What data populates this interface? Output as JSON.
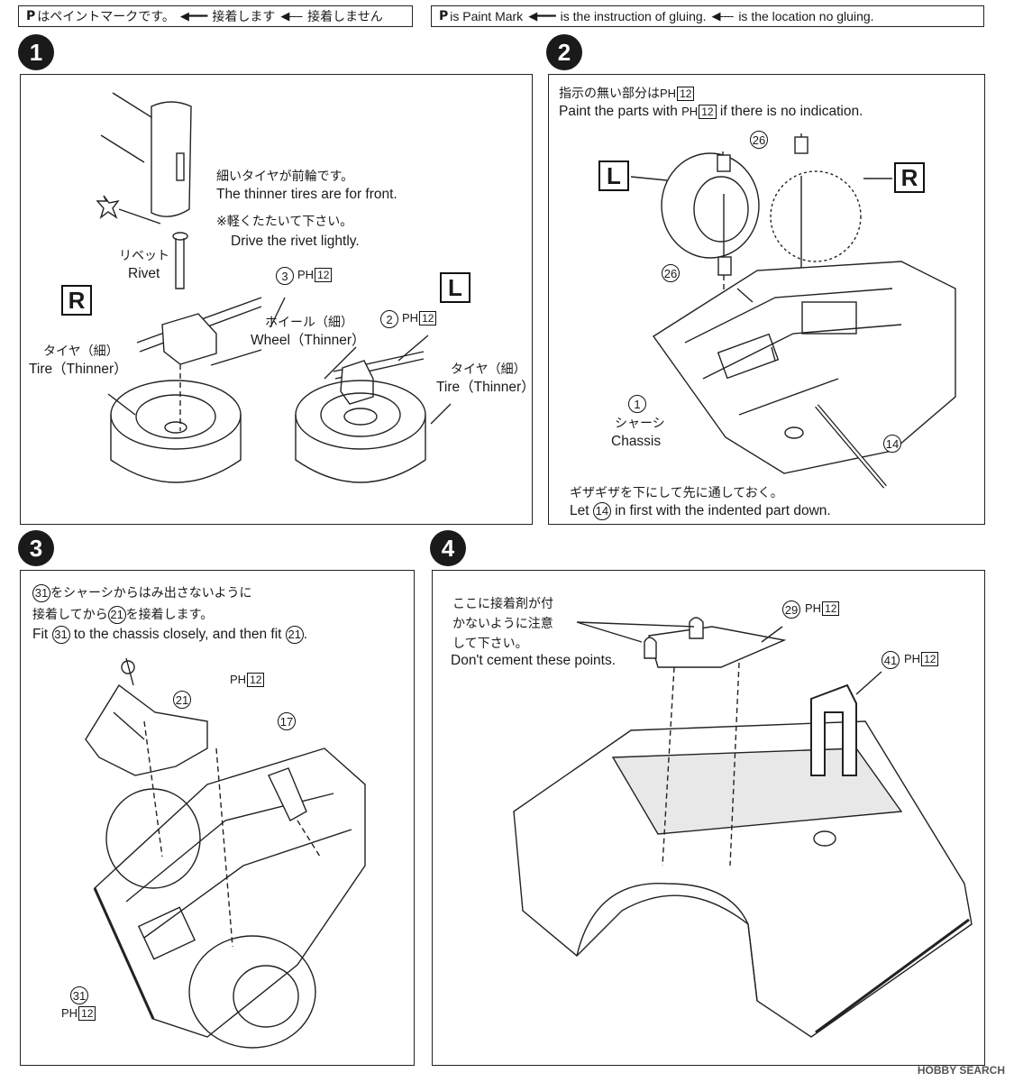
{
  "legend_jp": {
    "mark": "P",
    "text": "はペイントマークです。",
    "glue": "接着します",
    "noglue": "接着しません"
  },
  "legend_en": {
    "mark": "P",
    "text": " is Paint Mark",
    "glue": "is the instruction of gluing.",
    "noglue": "is the location no gluing."
  },
  "paint_code": {
    "prefix": "PH",
    "number": "12"
  },
  "step1": {
    "number": "1",
    "note1_jp": "細いタイヤが前輪です。",
    "note1_en": "The thinner tires are for front.",
    "note2_jp": "※軽くたたいて下さい。",
    "note2_en": "Drive the rivet lightly.",
    "rivet_jp": "リベット",
    "rivet_en": "Rivet",
    "side_r": "R",
    "side_l": "L",
    "tire_left_jp": "タイヤ（細）",
    "tire_left_en": "Tire（Thinner）",
    "wheel_jp": "ホイール（細）",
    "wheel_en": "Wheel（Thinner）",
    "tire_right_jp": "タイヤ（細）",
    "tire_right_en": "Tire（Thinner）",
    "part_a": "3",
    "part_b": "2"
  },
  "step2": {
    "number": "2",
    "note_jp": "指示の無い部分は",
    "note_en_a": "Paint the parts with",
    "note_en_b": "if there is no indication.",
    "side_l": "L",
    "side_r": "R",
    "part_top": "26",
    "part_mid": "26",
    "chassis_num": "1",
    "chassis_jp": "シャーシ",
    "chassis_en": "Chassis",
    "part_rod": "14",
    "rod_jp": "ギザギザを下にして先に通しておく。",
    "rod_en_a": "Let",
    "rod_en_b": "in first with the indented part down."
  },
  "step3": {
    "number": "3",
    "line1_jp_a": "をシャーシからはみ出さないように",
    "line2_jp_a": "接着してから",
    "line2_jp_b": "を接着します。",
    "line3_a": "Fit",
    "line3_b": "to the chassis closely, and then fit",
    "line3_c": ".",
    "part_31": "31",
    "part_21": "21",
    "part_17": "17"
  },
  "step4": {
    "number": "4",
    "line1_jp": "ここに接着剤が付",
    "line2_jp": "かないように注意",
    "line3_jp": "して下さい。",
    "line4_en": "Don't cement these points.",
    "part_29": "29",
    "part_41": "41"
  },
  "watermark": "HOBBY SEARCH"
}
